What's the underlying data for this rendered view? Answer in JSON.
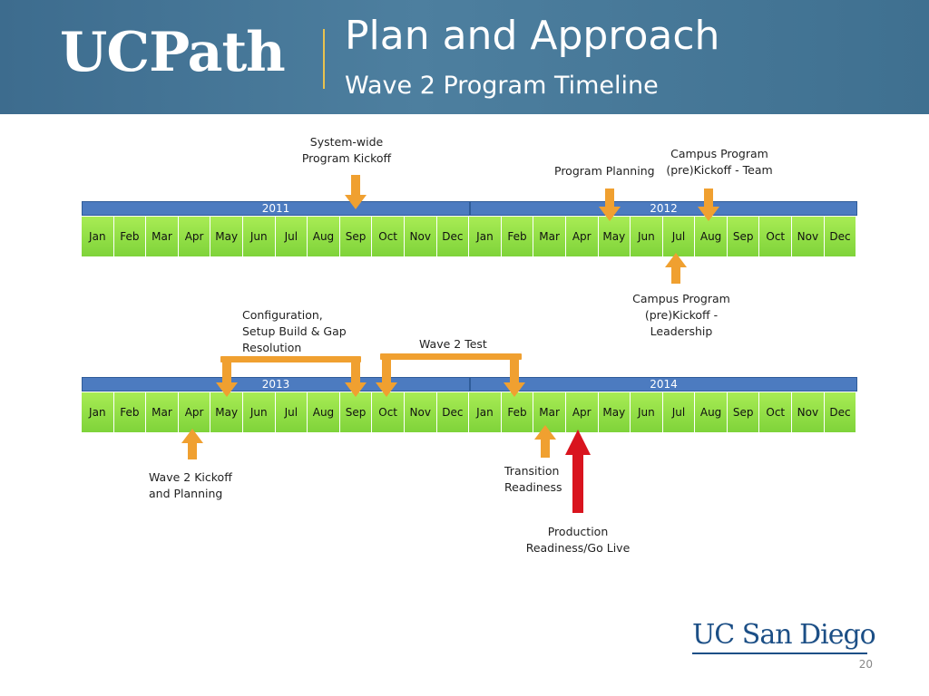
{
  "header": {
    "brand": "UCPath",
    "title": "Plan and Approach",
    "subtitle": "Wave 2 Program Timeline"
  },
  "timeline1": {
    "years": [
      "2011",
      "2012"
    ],
    "months": [
      "Jan",
      "Feb",
      "Mar",
      "Apr",
      "May",
      "Jun",
      "Jul",
      "Aug",
      "Sep",
      "Oct",
      "Nov",
      "Dec",
      "Jan",
      "Feb",
      "Mar",
      "Apr",
      "May",
      "Jun",
      "Jul",
      "Aug",
      "Sep",
      "Oct",
      "Nov",
      "Dec"
    ]
  },
  "timeline2": {
    "years": [
      "2013",
      "2014"
    ],
    "months": [
      "Jan",
      "Feb",
      "Mar",
      "Apr",
      "May",
      "Jun",
      "Jul",
      "Aug",
      "Sep",
      "Oct",
      "Nov",
      "Dec",
      "Jan",
      "Feb",
      "Mar",
      "Apr",
      "May",
      "Jun",
      "Jul",
      "Aug",
      "Sep",
      "Oct",
      "Nov",
      "Dec"
    ]
  },
  "labels": {
    "system_kickoff": [
      "System-wide",
      "Program Kickoff"
    ],
    "program_planning": "Program Planning",
    "campus_team": [
      "Campus Program",
      "(pre)Kickoff - Team"
    ],
    "campus_leadership": [
      "Campus Program",
      "(pre)Kickoff -",
      "Leadership"
    ],
    "configuration": [
      "Configuration,",
      "Setup Build & Gap",
      "Resolution"
    ],
    "wave2_test": "Wave 2 Test",
    "wave2_kickoff": [
      "Wave 2 Kickoff",
      "and Planning"
    ],
    "transition": [
      "Transition",
      "Readiness"
    ],
    "golive": [
      "Production",
      "Readiness/Go Live"
    ]
  },
  "footer": {
    "logo": "UC San Diego",
    "page_number": "20"
  },
  "colors": {
    "header_bg": "#3d6c8e",
    "year_bar": "#4c7bc0",
    "month_green": "#8fdc44",
    "arrow_orange": "#f0a030",
    "arrow_red": "#d9141e",
    "logo_blue": "#1c4f86"
  }
}
